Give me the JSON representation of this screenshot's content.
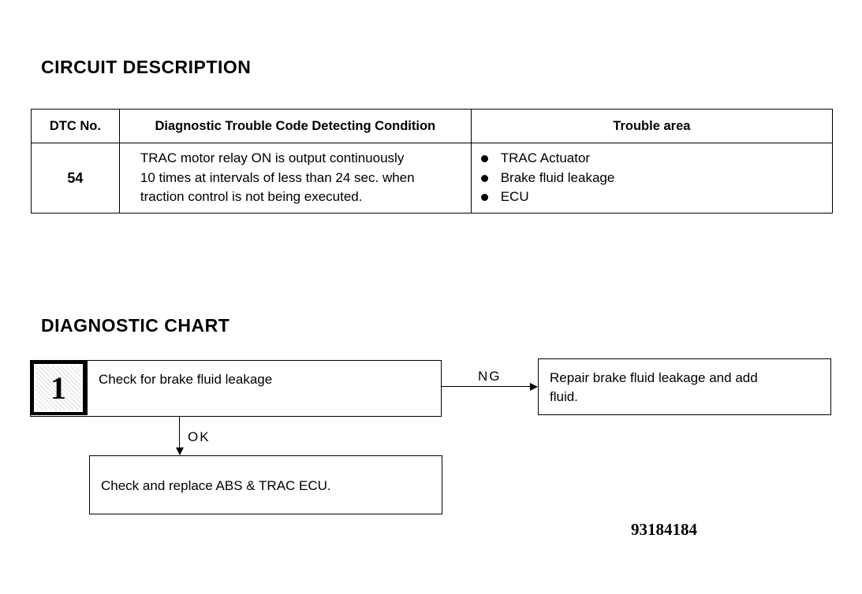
{
  "circuit_description": {
    "heading": "CIRCUIT DESCRIPTION",
    "table": {
      "headers": [
        "DTC No.",
        "Diagnostic Trouble Code Detecting Condition",
        "Trouble area"
      ],
      "row": {
        "code": "54",
        "condition_lines": [
          "TRAC motor relay ON is output continuously",
          "10 times at intervals of less than 24 sec. when",
          "traction control is not being executed."
        ],
        "trouble_areas": [
          "TRAC Actuator",
          "Brake fluid leakage",
          "ECU"
        ]
      }
    }
  },
  "diagnostic_chart": {
    "heading": "DIAGNOSTIC CHART",
    "step_number": "1",
    "step1_text": "Check for brake fluid leakage",
    "ng_label": "NG",
    "ok_label": "OK",
    "repair_lines": [
      "Repair brake fluid leakage and add",
      "fluid."
    ],
    "replace_text": "Check and replace ABS & TRAC ECU."
  },
  "document_number": "93184184"
}
